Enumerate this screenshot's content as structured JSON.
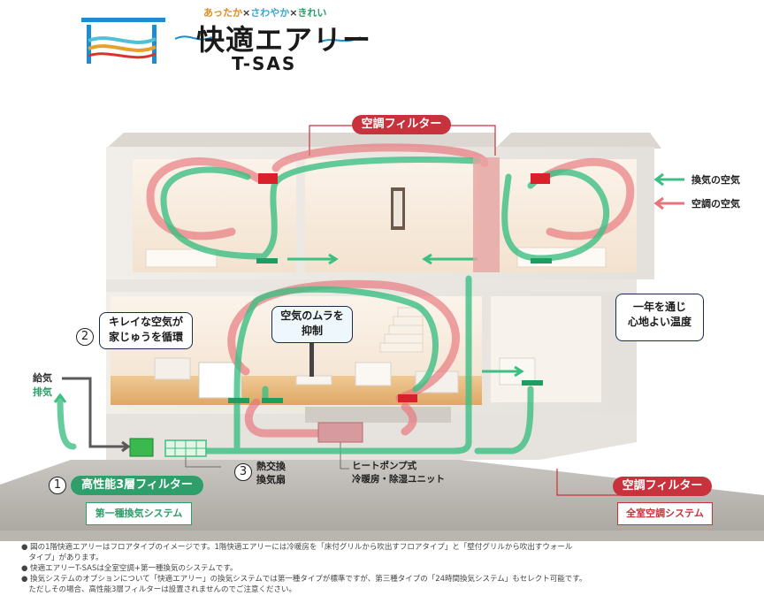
{
  "logo": {
    "tagline_part1": "あったか",
    "tagline_part2": "さわやか",
    "tagline_part3": "きれい",
    "tagline_sep": "×",
    "brand": "快適エアリー",
    "model": "T-SAS"
  },
  "legend": {
    "vent_air": "換気の空気",
    "ac_air": "空調の空気"
  },
  "callouts": {
    "ac_filter_top": "空調フィルター",
    "ac_filter_right": "空調フィルター",
    "clean_air": [
      "キレイな空気が",
      "家じゅうを循環"
    ],
    "uneven_air": [
      "空気のムラを",
      "抑制"
    ],
    "comfort": [
      "一年を通じ",
      "心地よい温度"
    ],
    "supply": "給気",
    "exhaust": "排気",
    "heat_exchanger": [
      "熱交換",
      "換気扇"
    ],
    "heat_pump": [
      "ヒートポンプ式",
      "冷暖房・除湿ユニット"
    ],
    "filter3": "高性能3層フィルター",
    "num1": "1",
    "num2": "2",
    "num3": "3",
    "system_vent": "第一種換気システム",
    "system_ac": "全室空調システム"
  },
  "notes": [
    "● 図の1階快適エアリーはフロアタイプのイメージです。1階快適エアリーには冷暖房を「床付グリルから吹出すフロアタイプ」と「壁付グリルから吹出すウォール",
    "　タイプ」があります。",
    "● 快適エアリーT-SASは全室空調+第一種換気のシステムです。",
    "● 換気システムのオプションについて「快適エアリー」の換気システムでは第一種タイプが標準ですが、第三種タイプの「24時間換気システム」もセレクト可能です。",
    "　ただしその場合、高性能3層フィルターは設置されませんのでご注意ください。"
  ],
  "colors": {
    "vent_green": "#3dbf84",
    "ac_red": "#e8737a",
    "filter_red": "#c8323c",
    "tag_green": "#2e9e6a",
    "tag_red": "#c8323c",
    "navy": "#1a2a4a"
  }
}
